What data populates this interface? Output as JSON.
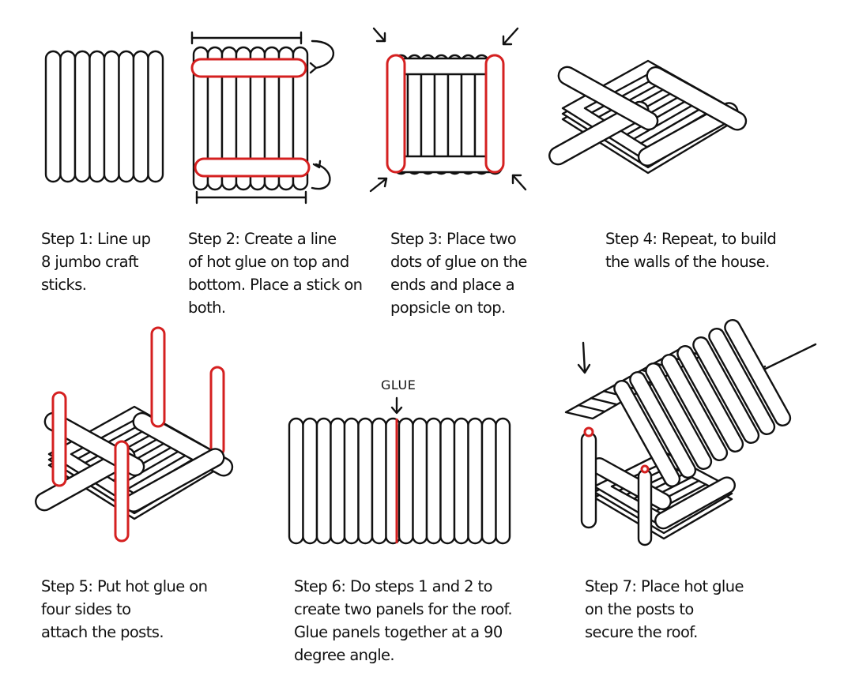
{
  "steps": [
    {
      "id": 1,
      "text": "Step 1: Line up\n8 jumbo craft\nsticks."
    },
    {
      "id": 2,
      "text": "Step 2: Create a line\nof hot glue on top and\nbottom. Place a stick on\nboth."
    },
    {
      "id": 3,
      "text": "Step 3: Place two\ndots of glue on the\nends and place a\npopsicle on top."
    },
    {
      "id": 4,
      "text": "Step 4: Repeat, to build\nthe walls of the house."
    },
    {
      "id": 5,
      "text": "Step 5: Put hot glue on\nfour sides to\nattach the posts."
    },
    {
      "id": 6,
      "text": "Step 6: Do steps 1 and 2 to\ncreate two  panels for the roof.\nGlue panels together at a 90\ndegree angle."
    },
    {
      "id": 7,
      "text": "Step 7: Place hot glue\non the posts to\nsecure the roof."
    }
  ],
  "glue_label": "GLUE",
  "colors": {
    "ink": "#111111",
    "glue": "#d52020",
    "paper": "#ffffff"
  }
}
